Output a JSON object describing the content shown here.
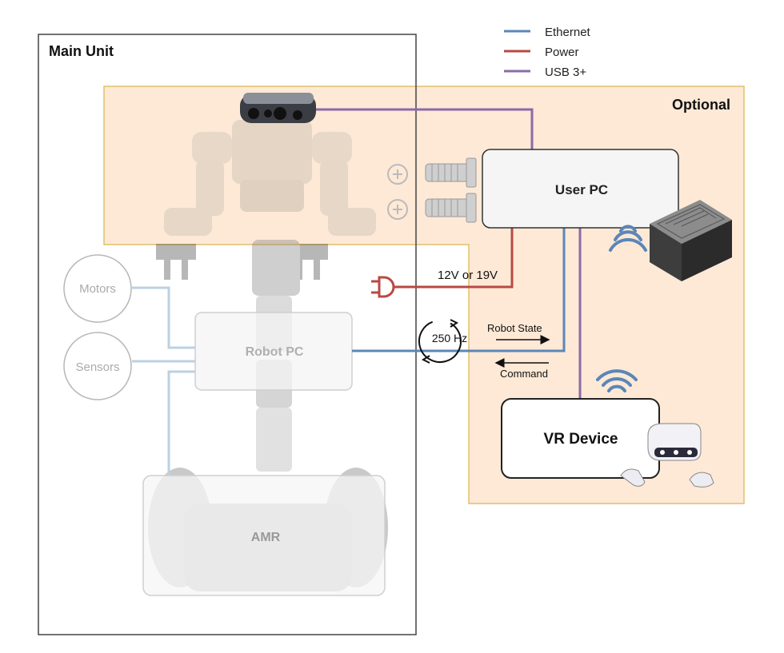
{
  "legend": {
    "items": [
      {
        "label": "Ethernet",
        "color": "#5b86b8"
      },
      {
        "label": "Power",
        "color": "#b84a42"
      },
      {
        "label": "USB 3+",
        "color": "#8a6aa8"
      }
    ]
  },
  "main_unit": {
    "title": "Main Unit"
  },
  "optional": {
    "title": "Optional",
    "fill": "#fde9d6",
    "border": "#e0c16a"
  },
  "nodes": {
    "user_pc": "User PC",
    "robot_pc": "Robot PC",
    "vr_device": "VR Device",
    "amr": "AMR",
    "motors": "Motors",
    "sensors": "Sensors"
  },
  "labels": {
    "power_voltage": "12V or 19V",
    "frequency": "250 Hz",
    "robot_state": "Robot State",
    "command": "Command"
  },
  "icons": [
    "camera-icon",
    "screw-icon",
    "plug-icon",
    "wifi-icon",
    "compute-module-icon",
    "vr-headset-icon",
    "robot-icon"
  ]
}
